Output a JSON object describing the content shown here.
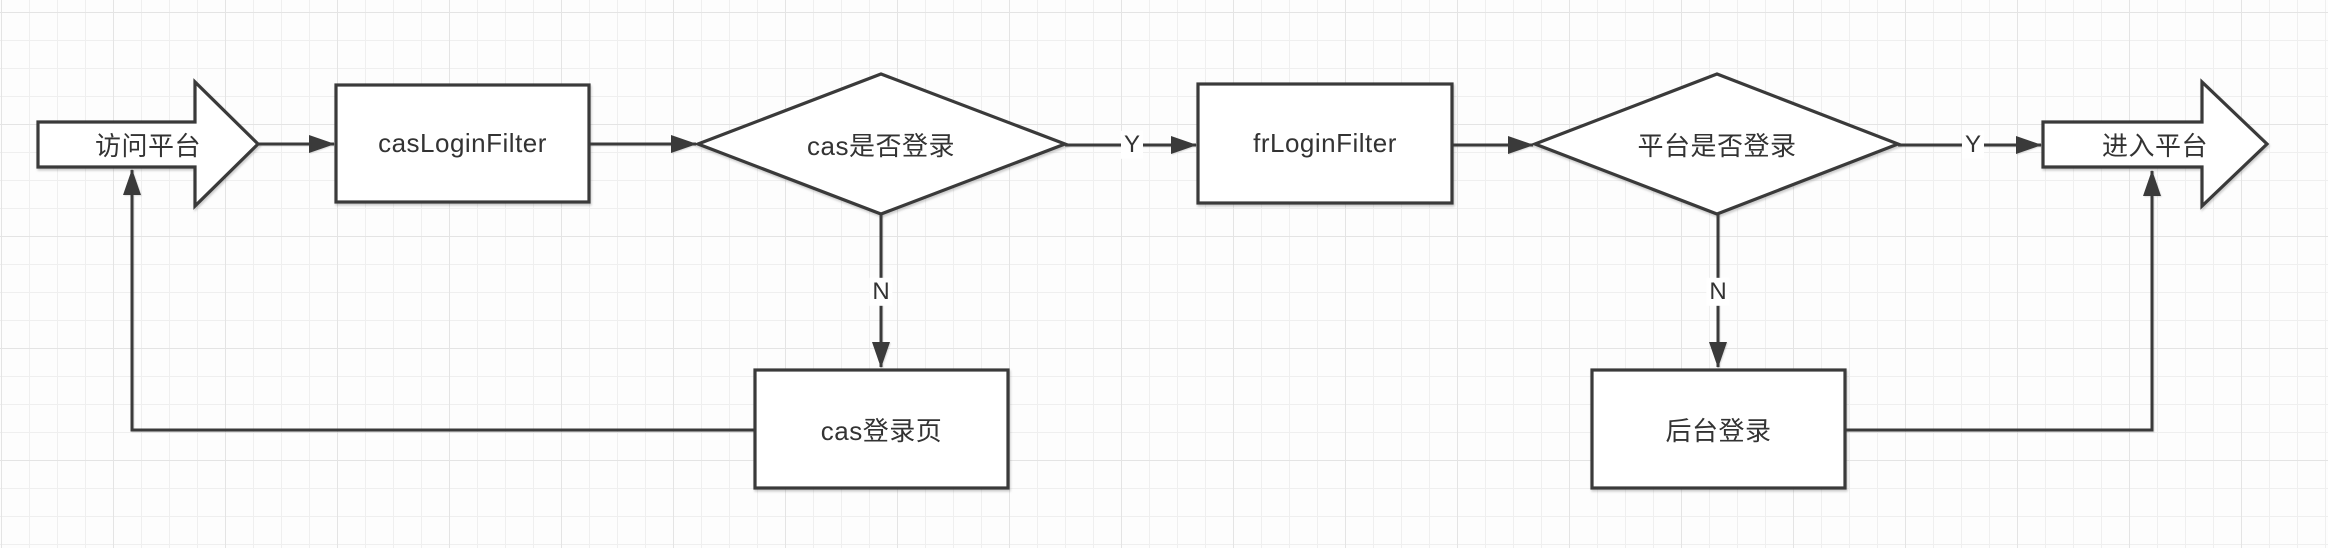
{
  "diagram": {
    "type": "flowchart",
    "colors": {
      "shape_stroke": "#3a3a3a",
      "shape_fill": "#ffffff",
      "edge_stroke": "#3a3a3a",
      "text": "#333333",
      "grid_minor": "#efefef",
      "grid_major": "#e4e4e4",
      "canvas_background": "#fdfdfd"
    },
    "nodes": [
      {
        "id": "start",
        "type": "block-arrow-right",
        "label": "访问平台"
      },
      {
        "id": "cas-login-filter",
        "type": "process",
        "label": "casLoginFilter"
      },
      {
        "id": "cas-logged-in",
        "type": "decision",
        "label": "cas是否登录"
      },
      {
        "id": "fr-login-filter",
        "type": "process",
        "label": "frLoginFilter"
      },
      {
        "id": "platform-logged-in",
        "type": "decision",
        "label": "平台是否登录"
      },
      {
        "id": "enter-platform",
        "type": "block-arrow-right",
        "label": "进入平台"
      },
      {
        "id": "cas-login-page",
        "type": "process",
        "label": "cas登录页"
      },
      {
        "id": "backend-login",
        "type": "process",
        "label": "后台登录"
      }
    ],
    "edges": [
      {
        "from": "start",
        "to": "cas-login-filter",
        "label": ""
      },
      {
        "from": "cas-login-filter",
        "to": "cas-logged-in",
        "label": ""
      },
      {
        "from": "cas-logged-in",
        "to": "fr-login-filter",
        "label": "Y"
      },
      {
        "from": "fr-login-filter",
        "to": "platform-logged-in",
        "label": ""
      },
      {
        "from": "platform-logged-in",
        "to": "enter-platform",
        "label": "Y"
      },
      {
        "from": "cas-logged-in",
        "to": "cas-login-page",
        "label": "N"
      },
      {
        "from": "platform-logged-in",
        "to": "backend-login",
        "label": "N"
      },
      {
        "from": "cas-login-page",
        "to": "start",
        "label": ""
      },
      {
        "from": "backend-login",
        "to": "enter-platform",
        "label": ""
      }
    ]
  }
}
